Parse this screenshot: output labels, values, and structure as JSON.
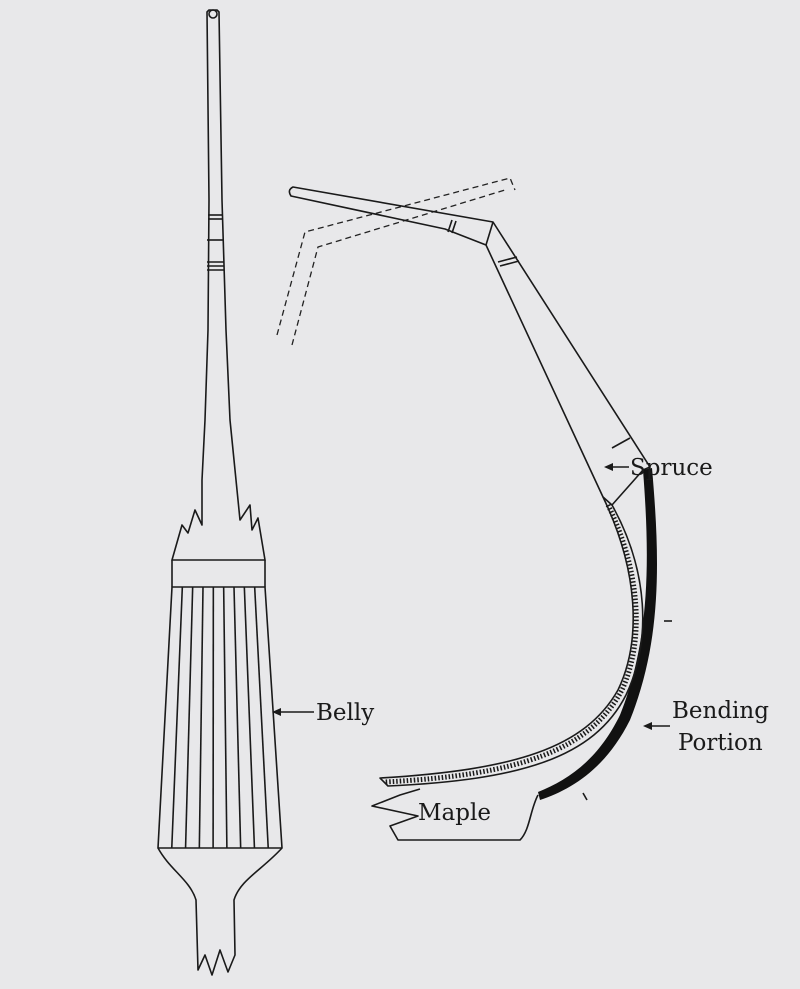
{
  "figure": {
    "labels": {
      "spruce": "Spruce",
      "belly": "Belly",
      "bending_line1": "Bending",
      "bending_line2": "Portion",
      "maple": "Maple"
    },
    "colors": {
      "ink": "#1a1a1a",
      "paper": "#e8e8ea"
    }
  }
}
